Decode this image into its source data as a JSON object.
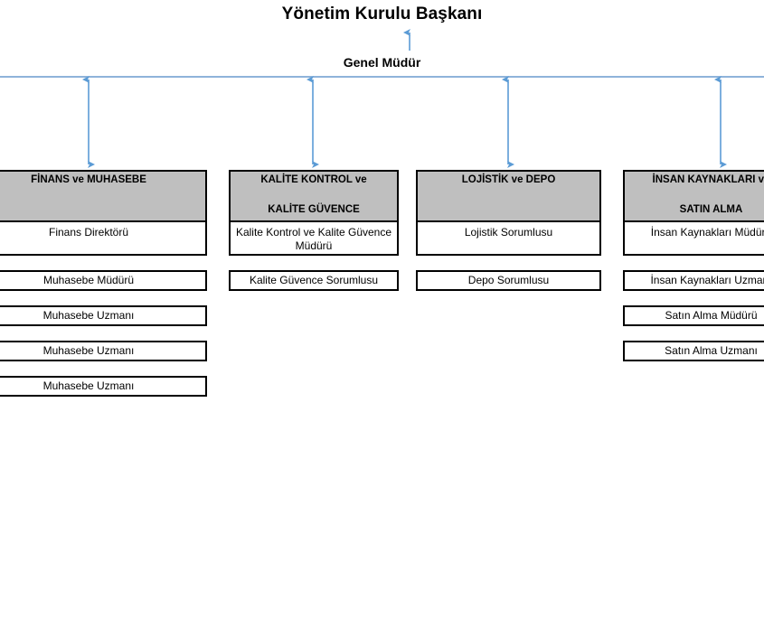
{
  "chart": {
    "title": "Yönetim Kurulu Başkanı",
    "general_manager": "Genel Müdür",
    "accent_color": "#5b9bd5",
    "header_fill": "#bfbfbf",
    "border_color": "#000000"
  },
  "departments": [
    {
      "id": "finans-ve-muhasebe",
      "header_line1": "FİNANS ve MUHASEBE",
      "header_line2": "",
      "roles": [
        "Finans Direktörü",
        "Muhasebe Müdürü",
        "Muhasebe Uzmanı",
        "Muhasebe Uzmanı",
        "Muhasebe Uzmanı"
      ]
    },
    {
      "id": "kalite-kontrol-ve-kalite-guvence",
      "header_line1": "KALİTE KONTROL ve",
      "header_line2": "KALİTE GÜVENCE",
      "roles": [
        "Kalite Kontrol ve Kalite Güvence Müdürü",
        "Kalite Güvence Sorumlusu"
      ]
    },
    {
      "id": "lojistik-ve-depo",
      "header_line1": "LOJİSTİK ve DEPO",
      "header_line2": "",
      "roles": [
        "Lojistik Sorumlusu",
        "Depo Sorumlusu"
      ]
    },
    {
      "id": "insan-kaynaklari-ve-satin-alma",
      "header_line1": "İNSAN KAYNAKLARI ve",
      "header_line2": "SATIN ALMA",
      "roles": [
        "İnsan Kaynakları Müdürü",
        "İnsan Kaynakları Uzmanı",
        "Satın Alma Müdürü",
        "Satın Alma Uzmanı"
      ]
    }
  ]
}
